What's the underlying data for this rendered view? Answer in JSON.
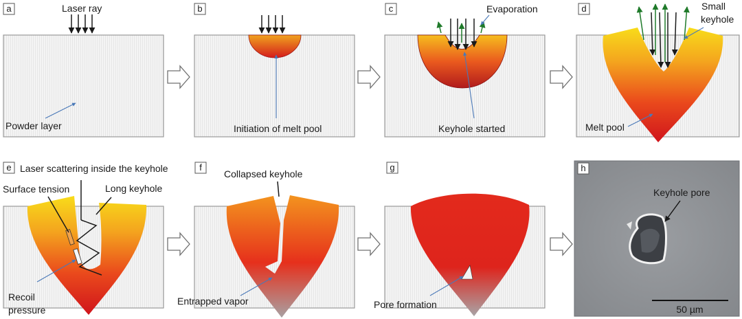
{
  "panels": {
    "a": {
      "letter": "a",
      "laser_label": "Laser ray",
      "powder_label": "Powder layer"
    },
    "b": {
      "letter": "b",
      "label": "Initiation of melt pool"
    },
    "c": {
      "letter": "c",
      "evaporation_label": "Evaporation",
      "label": "Keyhole started"
    },
    "d": {
      "letter": "d",
      "small_keyhole_line1": "Small",
      "small_keyhole_line2": "keyhole",
      "melt_pool_label": "Melt pool"
    },
    "e": {
      "letter": "e",
      "scattering_label": "Laser scattering inside the keyhole",
      "surface_tension_label": "Surface tension",
      "long_keyhole_label": "Long keyhole",
      "recoil_line1": "Recoil",
      "recoil_line2": "pressure"
    },
    "f": {
      "letter": "f",
      "collapsed_label": "Collapsed keyhole",
      "entrapped_label": "Entrapped vapor"
    },
    "g": {
      "letter": "g",
      "pore_label": "Pore formation"
    },
    "h": {
      "letter": "h",
      "keyhole_pore_label": "Keyhole pore",
      "scale_label": "50 µm"
    }
  },
  "colors": {
    "melt_top": "#f6d81c",
    "melt_mid": "#f07a1e",
    "melt_bottom": "#d81c1c",
    "melt_deep": "#b0141c",
    "green_arrow": "#1f7a2a",
    "leader": "#4a79b8",
    "sem_background": "#8f9296"
  }
}
